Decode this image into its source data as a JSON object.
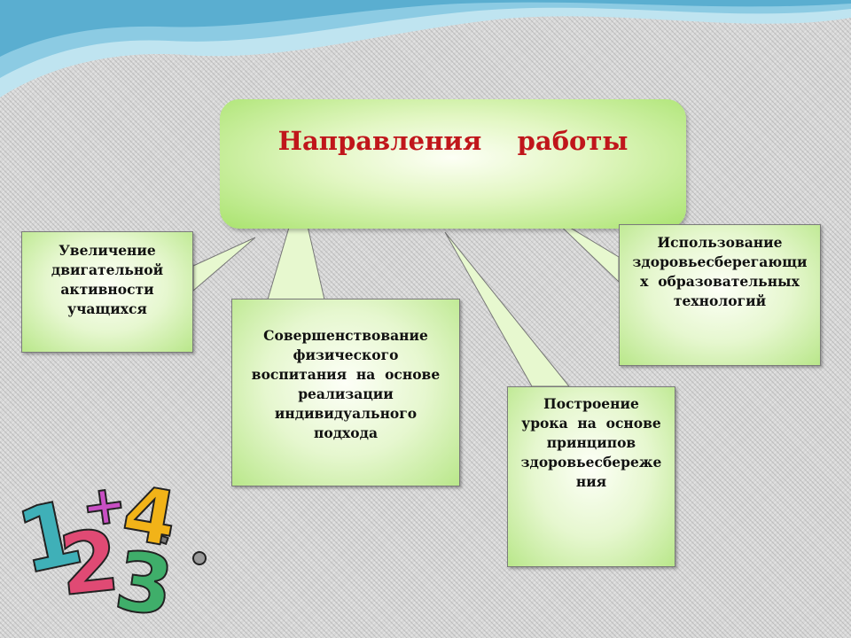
{
  "title": "Направления    работы",
  "boxes": {
    "box1": [
      "Увеличение",
      "двигательной",
      "активности",
      "учащихся"
    ],
    "box2": [
      "Совершенствование",
      "физического",
      "воспитания  на  основе",
      "реализации",
      "индивидуального",
      "подхода"
    ],
    "box3": [
      "Построение",
      "урока  на  основе",
      "принципов",
      "здоровьесбереже",
      "ния"
    ],
    "box4": [
      "Использование",
      "здоровьесберегающи",
      "х  образовательных",
      "технологий"
    ]
  },
  "decor_numbers": [
    "1",
    "2",
    "3",
    "4"
  ],
  "colors": {
    "title_text": "#c0161b",
    "box_fill": "#d9f2b8",
    "wave": "#5aaed0"
  }
}
